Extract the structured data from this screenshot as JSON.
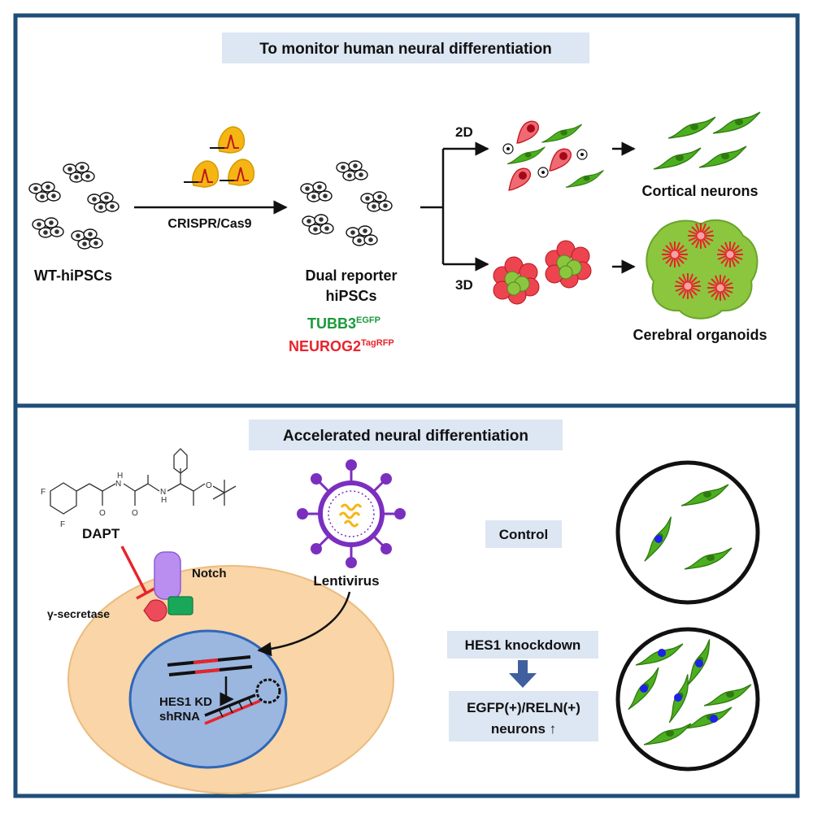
{
  "top_panel": {
    "title": "To monitor human neural differentiation",
    "wt_label": "WT-hiPSCs",
    "crispr_label": "CRISPR/Cas9",
    "dual_label_line1": "Dual reporter",
    "dual_label_line2": "hiPSCs",
    "tubb3_main": "TUBB3",
    "tubb3_sup": "EGFP",
    "neurog2_main": "NEUROG2",
    "neurog2_sup": "TagRFP",
    "label_2d": "2D",
    "label_3d": "3D",
    "cortical_label": "Cortical neurons",
    "organoid_label": "Cerebral organoids"
  },
  "bottom_panel": {
    "title": "Accelerated neural differentiation",
    "dapt_label": "DAPT",
    "notch_label": "Notch",
    "gamma_label": "γ-secretase",
    "lentivirus_label": "Lentivirus",
    "hes1_kd_line1": "HES1 KD",
    "hes1_kd_line2": "shRNA",
    "control_label": "Control",
    "hes1_knockdown_label": "HES1 knockdown",
    "result_line1": "EGFP(+)/RELN(+)",
    "result_line2": "neurons ↑",
    "chem_atoms": [
      "F",
      "F",
      "N",
      "H",
      "N",
      "O",
      "O",
      "H",
      "O"
    ]
  },
  "colors": {
    "border": "#1f4e79",
    "title_bg": "#dde6f3",
    "green": "#4caf1f",
    "green_dark": "#2f7a10",
    "red": "#e8242c",
    "red_text": "#e8242c",
    "green_text": "#1a9a3a",
    "cell_bg": "#f9d5a7",
    "nucleus": "#9bb7e0",
    "virus": "#7b2fbf",
    "notch": "#b98ef0",
    "gsec": "#ee4b5a",
    "blue_arrow": "#3f5f9f",
    "nucleus_blue": "#1e22e6"
  }
}
